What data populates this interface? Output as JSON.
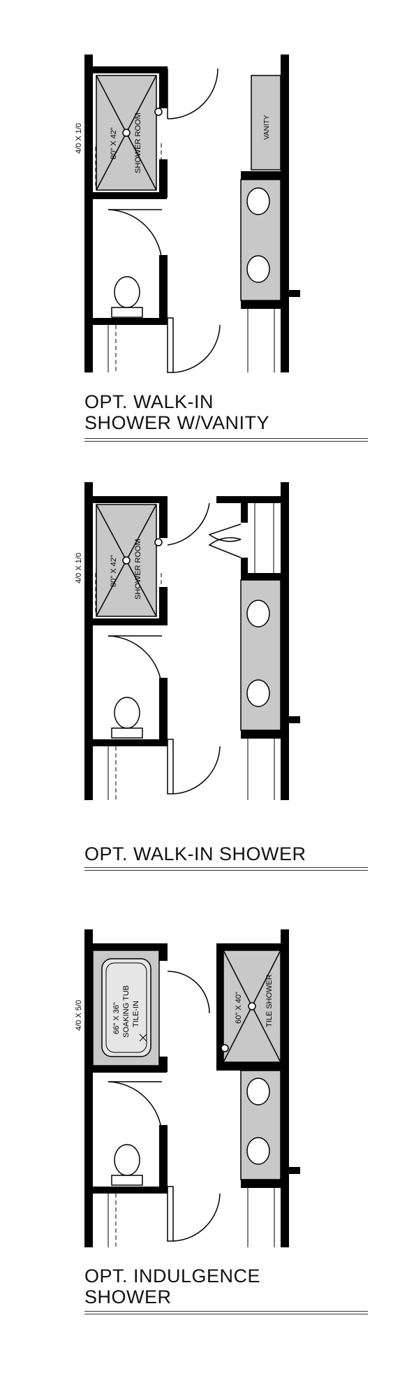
{
  "plans": [
    {
      "title_lines": [
        "OPT. WALK-IN",
        "SHOWER W/VANITY"
      ],
      "window_dim": "4/0 X 1/0",
      "shower_size": "80\" X 42\"",
      "shower_label": "SHOWER ROOM",
      "vanity_label": "VANITY"
    },
    {
      "title_lines": [
        "OPT. WALK-IN SHOWER"
      ],
      "window_dim": "4/0 X 1/0",
      "shower_size": "80\" X 42\"",
      "shower_label": "SHOWER ROOM"
    },
    {
      "title_lines": [
        "OPT. INDULGENCE",
        "SHOWER"
      ],
      "window_dim": "4/0 X 5/0",
      "tub_size": "66\" X 36\"",
      "tub_label_1": "SOAKING TUB",
      "tub_label_2": "TILE-IN",
      "shower_size": "60\" X 40\"",
      "shower_label": "TILE SHOWER"
    }
  ]
}
